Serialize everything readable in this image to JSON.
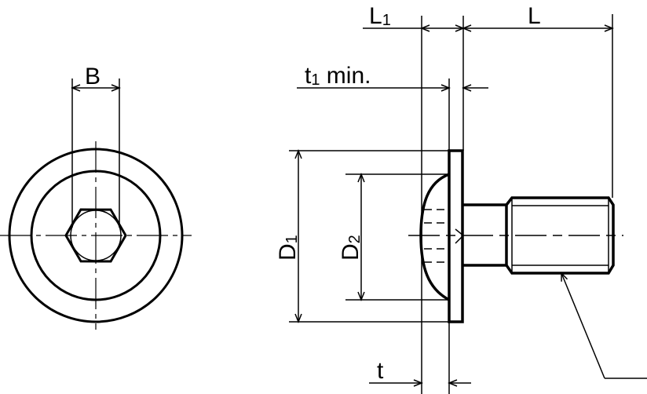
{
  "labels": {
    "B": "B",
    "L1_main": "L",
    "L1_sub": "1",
    "L": "L",
    "t1_main": "t",
    "t1_sub": "1",
    "t1_suffix": " min.",
    "D1_main": "D",
    "D1_sub": "1",
    "D2_main": "D",
    "D2_sub": "2",
    "t": "t"
  },
  "colors": {
    "line": "#000000",
    "background": "#ffffff"
  }
}
